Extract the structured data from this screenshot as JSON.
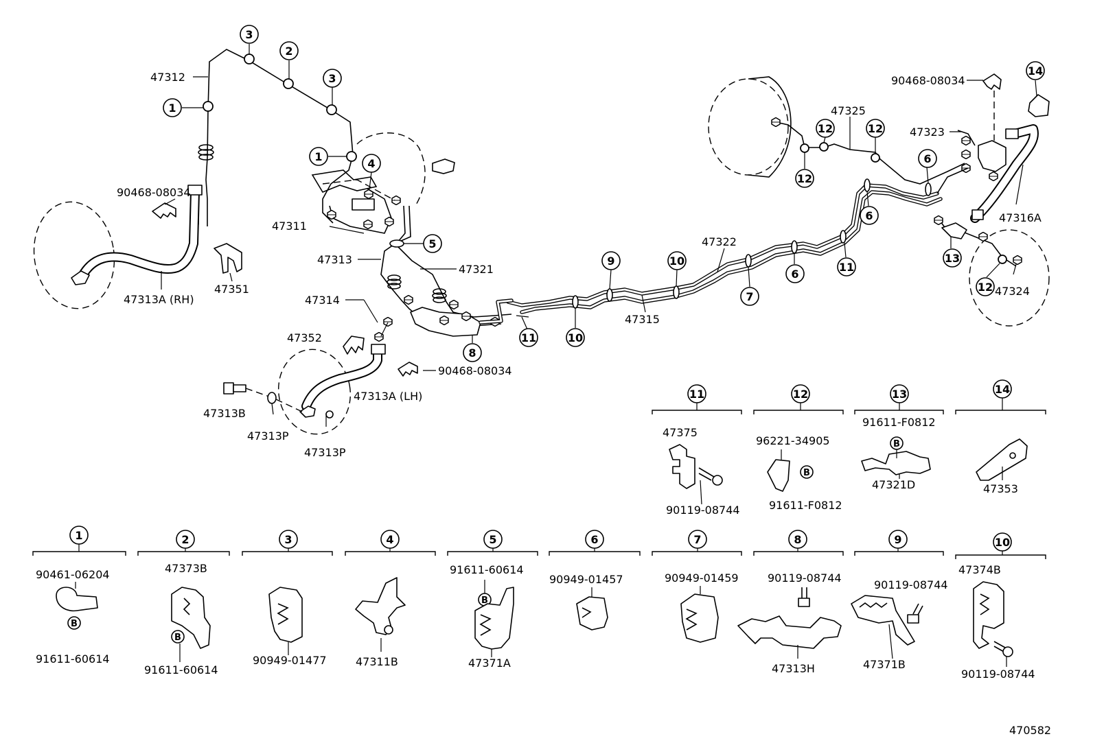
{
  "diagram_id": "470582",
  "labels": {
    "p47312": "47312",
    "p47311": "47311",
    "p47313": "47313",
    "p47321": "47321",
    "p47314": "47314",
    "p47352": "47352",
    "p47313B": "47313B",
    "p47313P_a": "47313P",
    "p47313P_b": "47313P",
    "p47313A_LH": "47313A (LH)",
    "p47313A_RH": "47313A (RH)",
    "p47351": "47351",
    "p90468_a": "90468-08034",
    "p90468_b": "90468-08034",
    "p90468_c": "90468-08034",
    "p47315": "47315",
    "p47322": "47322",
    "p47325": "47325",
    "p47323": "47323",
    "p47316A": "47316A",
    "p47324": "47324"
  },
  "callouts": [
    "1",
    "2",
    "3",
    "4",
    "5",
    "6",
    "7",
    "8",
    "9",
    "10",
    "11",
    "12",
    "13",
    "14"
  ],
  "b_mark": "B",
  "sub_parts": {
    "c1": {
      "top": "90461-06204",
      "bottom": "91611-60614"
    },
    "c2": {
      "top": "47373B",
      "bottom": "91611-60614"
    },
    "c3": {
      "bottom": "90949-01477"
    },
    "c4": {
      "bottom": "47311B"
    },
    "c5": {
      "top": "91611-60614",
      "bottom": "47371A"
    },
    "c6": {
      "top": "90949-01457"
    },
    "c7": {
      "top": "90949-01459"
    },
    "c8": {
      "top": "90119-08744",
      "bottom": "47313H"
    },
    "c9": {
      "top": "90119-08744",
      "bottom": "47371B"
    },
    "c10": {
      "top": "47374B",
      "bottom": "90119-08744"
    },
    "c11": {
      "top": "47375",
      "bottom": "90119-08744"
    },
    "c12": {
      "top": "96221-34905",
      "bottom": "91611-F0812"
    },
    "c13": {
      "top": "91611-F0812",
      "bottom": "47321D"
    },
    "c14": {
      "bottom": "47353"
    }
  }
}
